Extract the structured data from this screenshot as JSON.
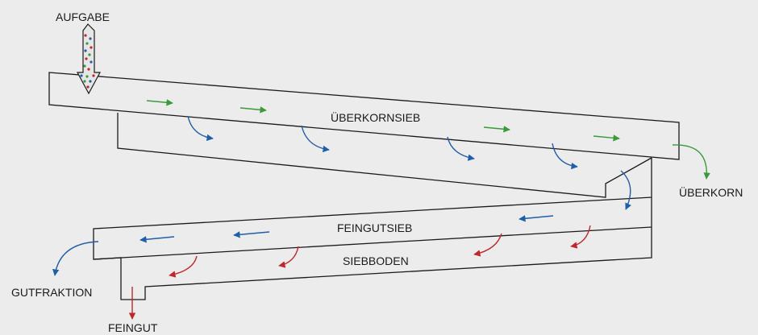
{
  "labels": {
    "aufgabe": "AUFGABE",
    "ueberkornsieb": "ÜBERKORNSIEB",
    "ueberkorn": "ÜBERKORN",
    "feingutsieb": "FEINGUTSIEB",
    "siebboden": "SIEBBODEN",
    "gutfraktion": "GUTFRAKTION",
    "feingut": "FEINGUT"
  },
  "colors": {
    "background": "#ececec",
    "outline": "#1a1a1a",
    "coarse_flow": "#3a9a3a",
    "screen_passage": "#1f5fa8",
    "fines_passage": "#c0262c",
    "feed_arrow_fill": "#e6e6e6"
  },
  "icons": {
    "feed": "feed-arrow-icon",
    "flow": "flow-arrow-icon"
  }
}
